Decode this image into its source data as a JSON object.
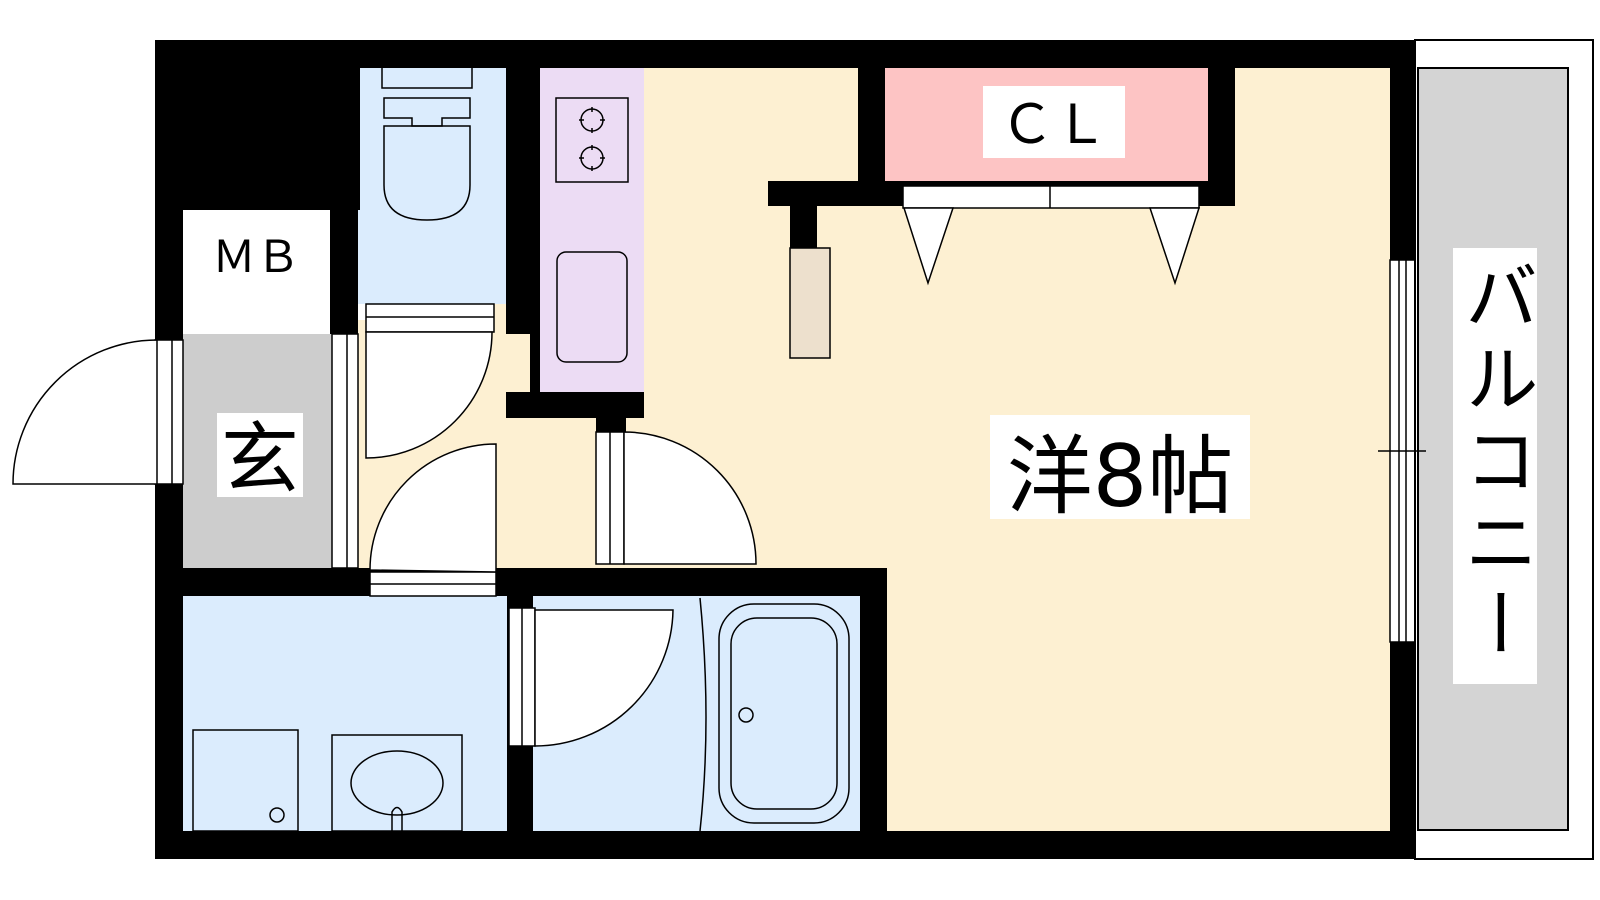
{
  "labels": {
    "mb": "ＭＢ",
    "cl": "ＣＬ",
    "entrance": "玄",
    "room": "洋8帖",
    "balcony": "バルコニー"
  },
  "colors": {
    "wall": "#000000",
    "room_floor": "#fdf0d2",
    "wet_area": "#dbecfd",
    "kitchen": "#ecdcf4",
    "closet": "#fdc4c4",
    "entrance_floor": "#cdcdcd",
    "balcony_floor": "#d4d4d4",
    "pillar": "#ede0cd"
  }
}
